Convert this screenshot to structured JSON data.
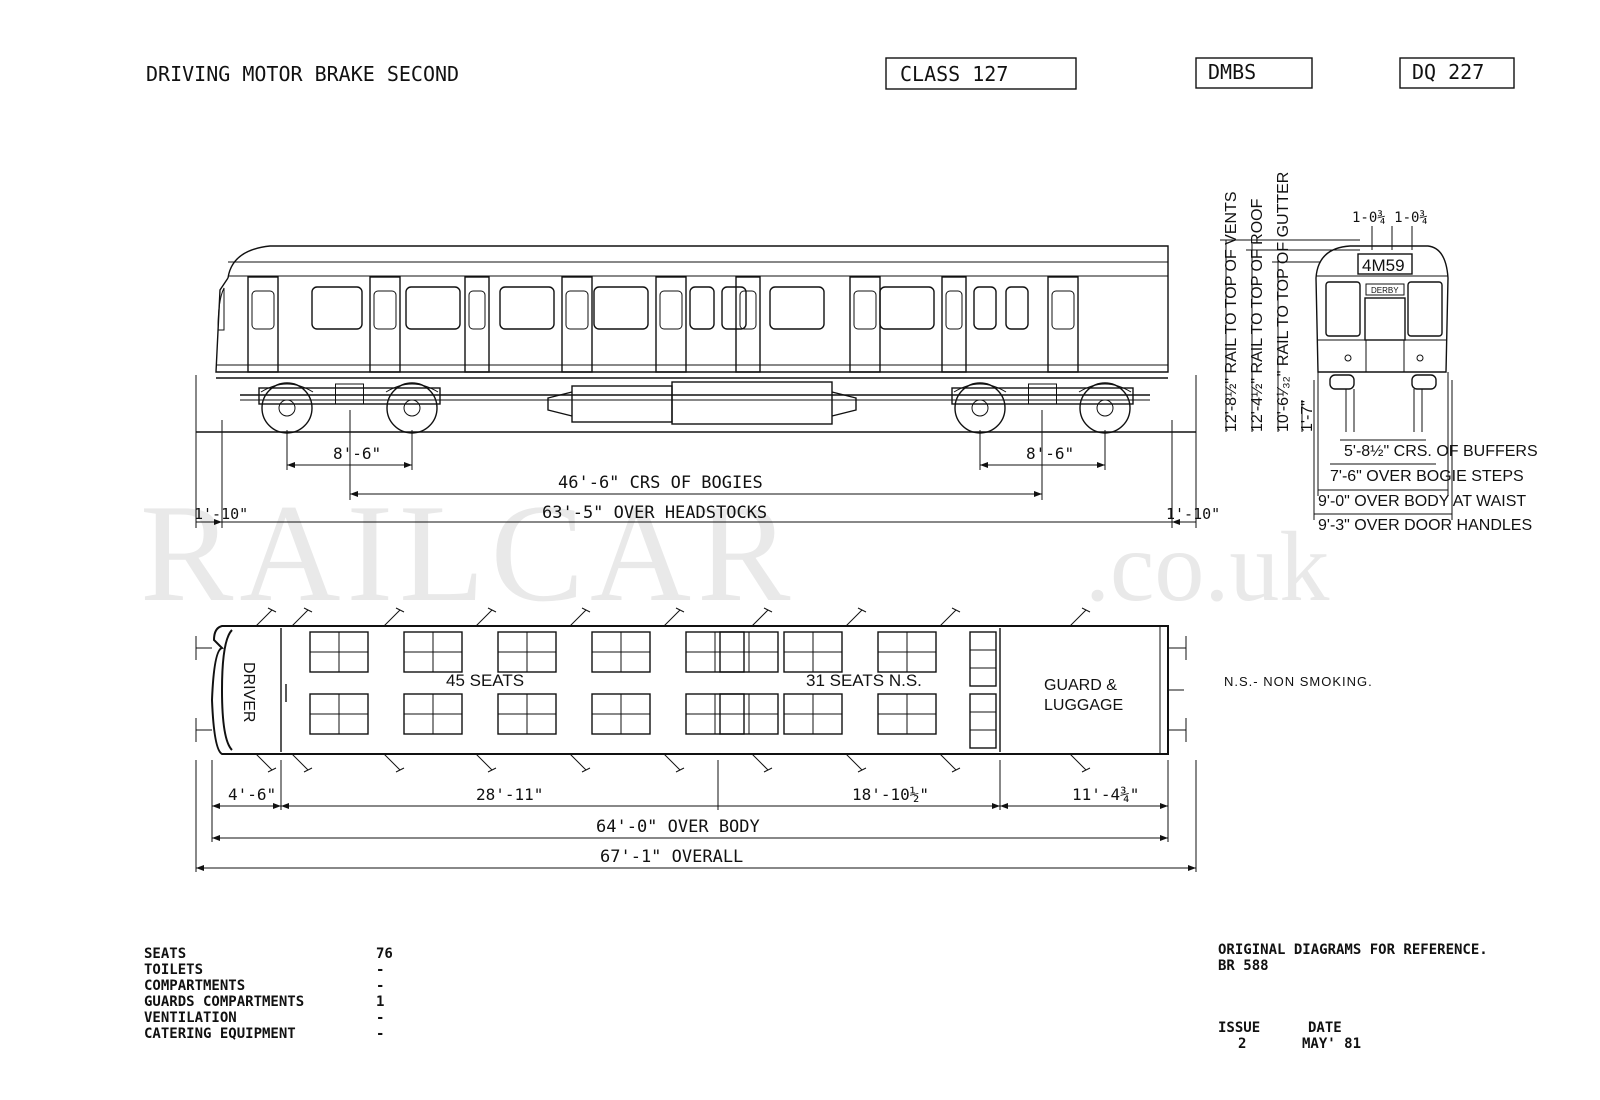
{
  "header": {
    "title": "DRIVING MOTOR BRAKE SECOND",
    "class_box": "CLASS 127",
    "type_box": "DMBS",
    "diagram_box": "DQ 227"
  },
  "watermark": {
    "main": "RAILCAR",
    "suffix": ".co.uk"
  },
  "side_elevation": {
    "bogie_wheelbase_left": "8'-6\"",
    "bogie_wheelbase_right": "8'-6\"",
    "bogie_centres": "46'-6\" CRS OF BOGIES",
    "over_headstocks": "63'-5\" OVER HEADSTOCKS",
    "end_left": "1'-10\"",
    "end_right": "1'-10\""
  },
  "end_elevation": {
    "headcode": "4M59",
    "destination": "DERBY",
    "top_dims": "1-0¾ 1-0¾",
    "heights": [
      "12'-8½\" RAIL TO TOP OF VENTS",
      "12'-4½\" RAIL TO TOP OF ROOF",
      "10'-6¹⁄₃₂\" RAIL TO TOP OF GUTTER",
      "1'-7\""
    ],
    "widths": [
      "5'-8½\" CRS. OF BUFFERS",
      "7'-6\" OVER BOGIE STEPS",
      "9'-0\" OVER BODY AT WAIST",
      "9'-3\" OVER DOOR HANDLES"
    ]
  },
  "plan": {
    "driver": "DRIVER",
    "seats_smoking": "45 SEATS",
    "seats_ns": "31 SEATS N.S.",
    "guard_line1": "GUARD &",
    "guard_line2": "LUGGAGE",
    "note": "N.S.- NON SMOKING.",
    "dim_cab": "4'-6\"",
    "dim_saloon1": "28'-11\"",
    "dim_saloon2": "18'-10½\"",
    "dim_guard": "11'-4¾\"",
    "over_body": "64'-0\" OVER BODY",
    "overall": "67'-1\" OVERALL"
  },
  "specs": [
    {
      "label": "SEATS",
      "value": "76"
    },
    {
      "label": "TOILETS",
      "value": "-"
    },
    {
      "label": "COMPARTMENTS",
      "value": "-"
    },
    {
      "label": "GUARDS COMPARTMENTS",
      "value": "1"
    },
    {
      "label": "VENTILATION",
      "value": "-"
    },
    {
      "label": "CATERING EQUIPMENT",
      "value": "-"
    }
  ],
  "footer": {
    "reference_line1": "ORIGINAL DIAGRAMS FOR REFERENCE.",
    "reference_line2": "BR 588",
    "issue_label": "ISSUE",
    "issue_value": "2",
    "date_label": "DATE",
    "date_value": "MAY' 81"
  }
}
